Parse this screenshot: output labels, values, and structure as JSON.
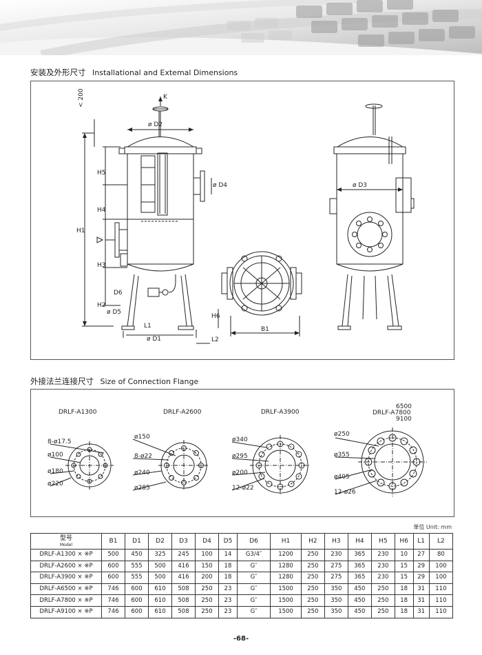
{
  "section1": {
    "title_cn": "安装及外形尺寸",
    "title_en": "Installational and Extemal Dimensions"
  },
  "section2": {
    "title_cn": "外接法兰连接尺寸",
    "title_en": "Size of Connection Flange"
  },
  "drawing_labels": {
    "k": "K",
    "lt200": "< 200",
    "d2": "ø D2",
    "d4": "ø D4",
    "d3": "ø D3",
    "h1": "H1",
    "h2": "H2",
    "h3": "H3",
    "h4": "H4",
    "h5": "H5",
    "h6": "H6",
    "d6": "D6",
    "d5": "ø D5",
    "l1": "L1",
    "d1": "ø D1",
    "l2": "L2",
    "b1": "B1"
  },
  "flanges": [
    {
      "title": "DRLF-A1300",
      "labels": [
        "8-ø17.5",
        "ø100",
        "ø180",
        "ø220"
      ]
    },
    {
      "title": "DRLF-A2600",
      "labels": [
        "ø150",
        "8-ø22",
        "ø240",
        "ø285"
      ]
    },
    {
      "title": "DRLF-A3900",
      "labels": [
        "ø340",
        "ø295",
        "ø200",
        "12-ø22"
      ]
    },
    {
      "title_lines": [
        "6500",
        "DRLF-A7800",
        "9100"
      ],
      "labels": [
        "ø250",
        "ø355",
        "ø405",
        "12-ø26"
      ]
    }
  ],
  "unit_note": "单位 Unit: mm",
  "table": {
    "header_model_cn": "型号",
    "header_model_en": "Model",
    "columns": [
      "B1",
      "D1",
      "D2",
      "D3",
      "D4",
      "D5",
      "D6",
      "H1",
      "H2",
      "H3",
      "H4",
      "H5",
      "H6",
      "L1",
      "L2"
    ],
    "rows": [
      [
        "DRLF-A1300 × ※P",
        "500",
        "450",
        "325",
        "245",
        "100",
        "14",
        "G3/4″",
        "1200",
        "250",
        "230",
        "365",
        "230",
        "10",
        "27",
        "80"
      ],
      [
        "DRLF-A2600 × ※P",
        "600",
        "555",
        "500",
        "416",
        "150",
        "18",
        "G″",
        "1280",
        "250",
        "275",
        "365",
        "230",
        "15",
        "29",
        "100"
      ],
      [
        "DRLF-A3900 × ※P",
        "600",
        "555",
        "500",
        "416",
        "200",
        "18",
        "G″",
        "1280",
        "250",
        "275",
        "365",
        "230",
        "15",
        "29",
        "100"
      ],
      [
        "DRLF-A6500 × ※P",
        "746",
        "600",
        "610",
        "508",
        "250",
        "23",
        "G″",
        "1500",
        "250",
        "350",
        "450",
        "250",
        "18",
        "31",
        "110"
      ],
      [
        "DRLF-A7800 × ※P",
        "746",
        "600",
        "610",
        "508",
        "250",
        "23",
        "G″",
        "1500",
        "250",
        "350",
        "450",
        "250",
        "18",
        "31",
        "110"
      ],
      [
        "DRLF-A9100 × ※P",
        "746",
        "600",
        "610",
        "508",
        "250",
        "23",
        "G″",
        "1500",
        "250",
        "350",
        "450",
        "250",
        "18",
        "31",
        "110"
      ]
    ]
  },
  "page_number": "-68-"
}
